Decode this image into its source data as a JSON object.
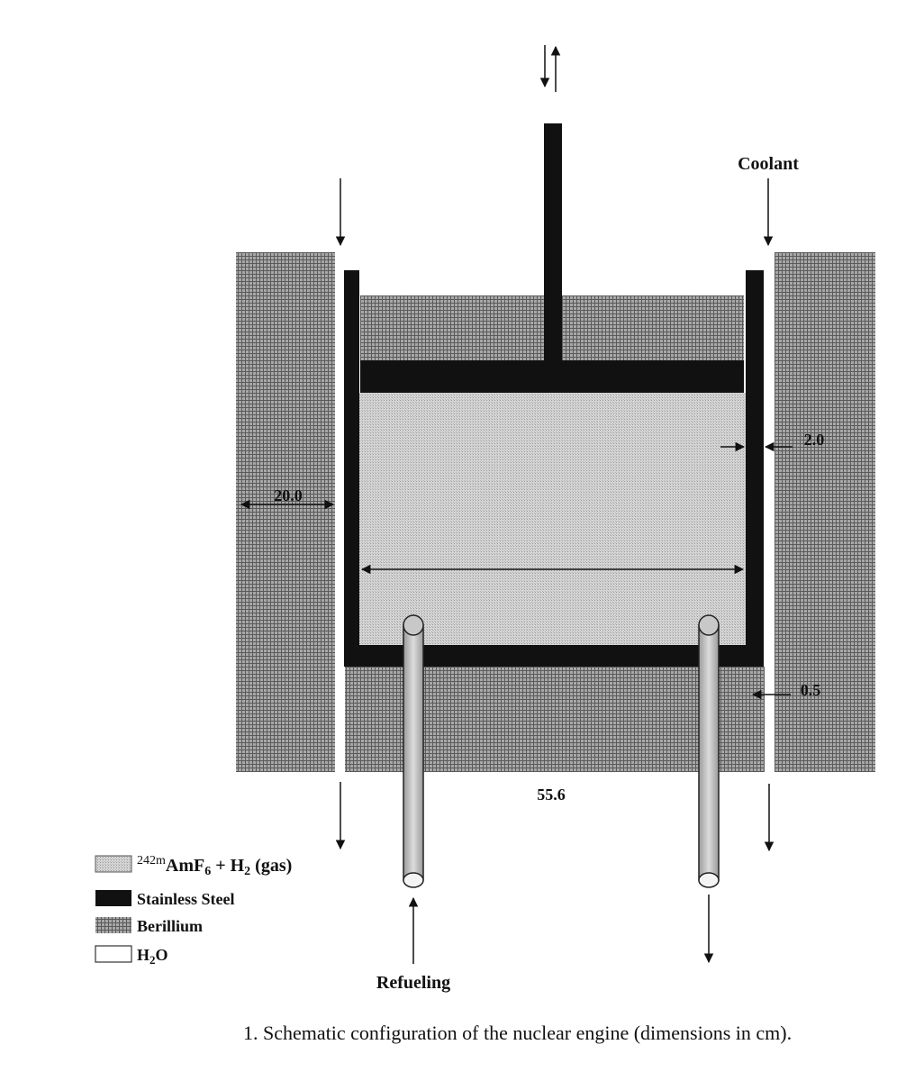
{
  "labels": {
    "coolant": "Coolant",
    "refueling": "Refueling",
    "dim_left": "20.0",
    "dim_right_top": "2.0",
    "dim_right_bottom": "0.5",
    "dim_bottom": "55.6"
  },
  "legend": [
    {
      "prefix": "242m",
      "main": "AmF",
      "sub6": "6",
      "rest": " + H",
      "sub2": "2",
      "tail": " (gas)"
    },
    {
      "text": "Stainless Steel"
    },
    {
      "text": "Berillium"
    },
    {
      "main": "H",
      "sub": "2",
      "tail": "O"
    }
  ],
  "caption": "1. Schematic configuration of the nuclear engine (dimensions in cm).",
  "colors": {
    "steel": "#111111",
    "beryllium_bg": "#aaaaaa",
    "gas_bg": "#d2d2d2",
    "line": "#111111"
  }
}
